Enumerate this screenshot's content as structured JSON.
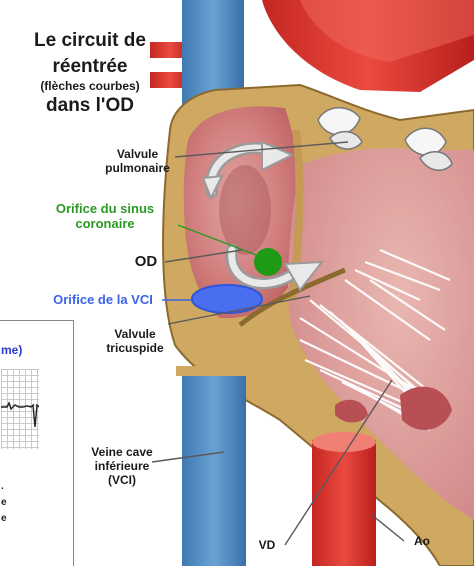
{
  "title": {
    "line1": "Le circuit de",
    "line2": "réentrée",
    "line3": "(flèches courbes)",
    "line4": "dans l'OD"
  },
  "labels": {
    "valve_pulm_1": "Valvule",
    "valve_pulm_2": "pulmonaire",
    "sinus_1": "Orifice du sinus",
    "sinus_2": "coronaire",
    "od": "OD",
    "vci_orifice": "Orifice de la VCI",
    "valve_tri_1": "Valvule",
    "valve_tri_2": "tricuspide",
    "vci_1": "Veine cave",
    "vci_2": "inférieure",
    "vci_3": "(VCI)",
    "vd": "VD",
    "ao": "Ao"
  },
  "inset": {
    "title_fragment": "me)",
    "text_fragments": [
      ".",
      "e",
      "e"
    ]
  },
  "colors": {
    "sinus_orifice": "#1f9a17",
    "vci_orifice": "#4a6ef0",
    "sinus_label": "#2b9a22",
    "vci_label": "#3a64e8",
    "vein_blue": "#4a86c0",
    "artery_red": "#d6302c",
    "heart_wall": "#c9a45f",
    "chamber": "#c9686c"
  }
}
